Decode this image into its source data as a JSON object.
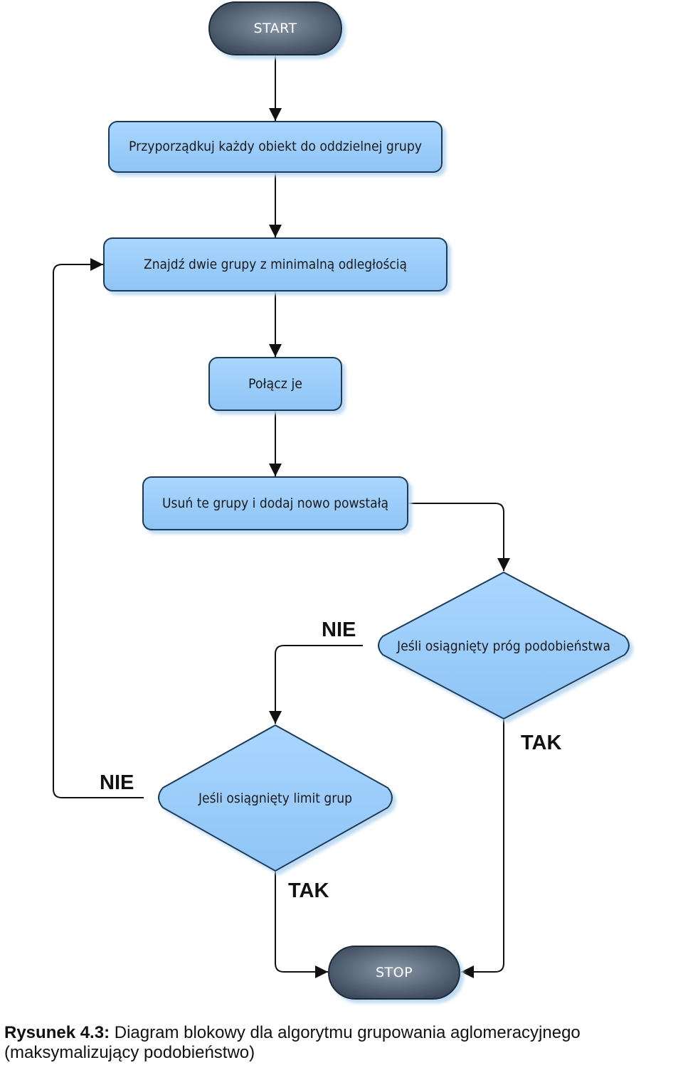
{
  "nodes": {
    "start": "START",
    "assign": "Przyporządkuj każdy obiekt do oddzielnej grupy",
    "find": "Znajdź dwie grupy z minimalną odległością",
    "merge": "Połącz je",
    "remove": "Usuń te grupy i dodaj nowo powstałą",
    "decision_threshold": "Jeśli osiągnięty próg podobieństwa",
    "decision_limit": "Jeśli osiągnięty limit grup",
    "stop": "STOP"
  },
  "branch_labels": {
    "threshold_no": "NIE",
    "threshold_yes": "TAK",
    "limit_no": "NIE",
    "limit_yes": "TAK"
  },
  "caption": {
    "label": "Rysunek 4.3:",
    "text": "Diagram blokowy dla algorytmu grupowania aglomeracyjnego (maksymalizujący podobieństwo)"
  },
  "colors": {
    "process_fill": "#99ccff",
    "process_stroke": "#1f3a57",
    "terminal_fill": "#4a5a6e",
    "edge": "#111111"
  }
}
